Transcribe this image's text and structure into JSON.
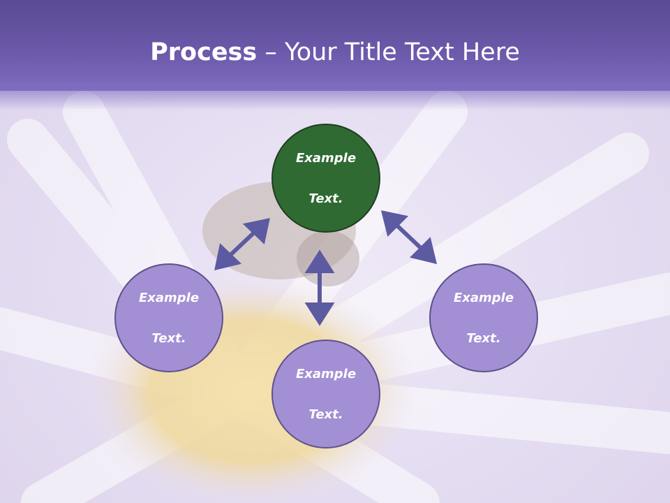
{
  "title": {
    "bold": "Process",
    "rest": " – Your Title Text Here"
  },
  "nodes": {
    "top": {
      "line1": "Example",
      "line2": "Text."
    },
    "left": {
      "line1": "Example",
      "line2": "Text."
    },
    "right": {
      "line1": "Example",
      "line2": "Text."
    },
    "bottom": {
      "line1": "Example",
      "line2": "Text."
    }
  },
  "colors": {
    "header": "#6b58a9",
    "node_fill": "#a28fd4",
    "node_highlight_fill": "#2f6a32",
    "arrow": "#5c5aa0"
  }
}
